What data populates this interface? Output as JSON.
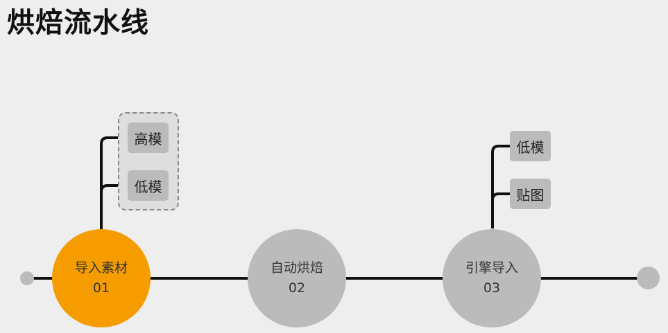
{
  "title": "烘焙流水线",
  "stages": [
    {
      "name": "导入素材",
      "num": "01",
      "active": true
    },
    {
      "name": "自动烘焙",
      "num": "02",
      "active": false
    },
    {
      "name": "引擎导入",
      "num": "03",
      "active": false
    }
  ],
  "stage1_outputs": [
    "高模",
    "低模"
  ],
  "stage3_inputs": [
    "低模",
    "贴图"
  ],
  "colors": {
    "active": "#f59c00",
    "inactive": "#bbbbbb",
    "line": "#111111",
    "background": "#eeeeee"
  }
}
